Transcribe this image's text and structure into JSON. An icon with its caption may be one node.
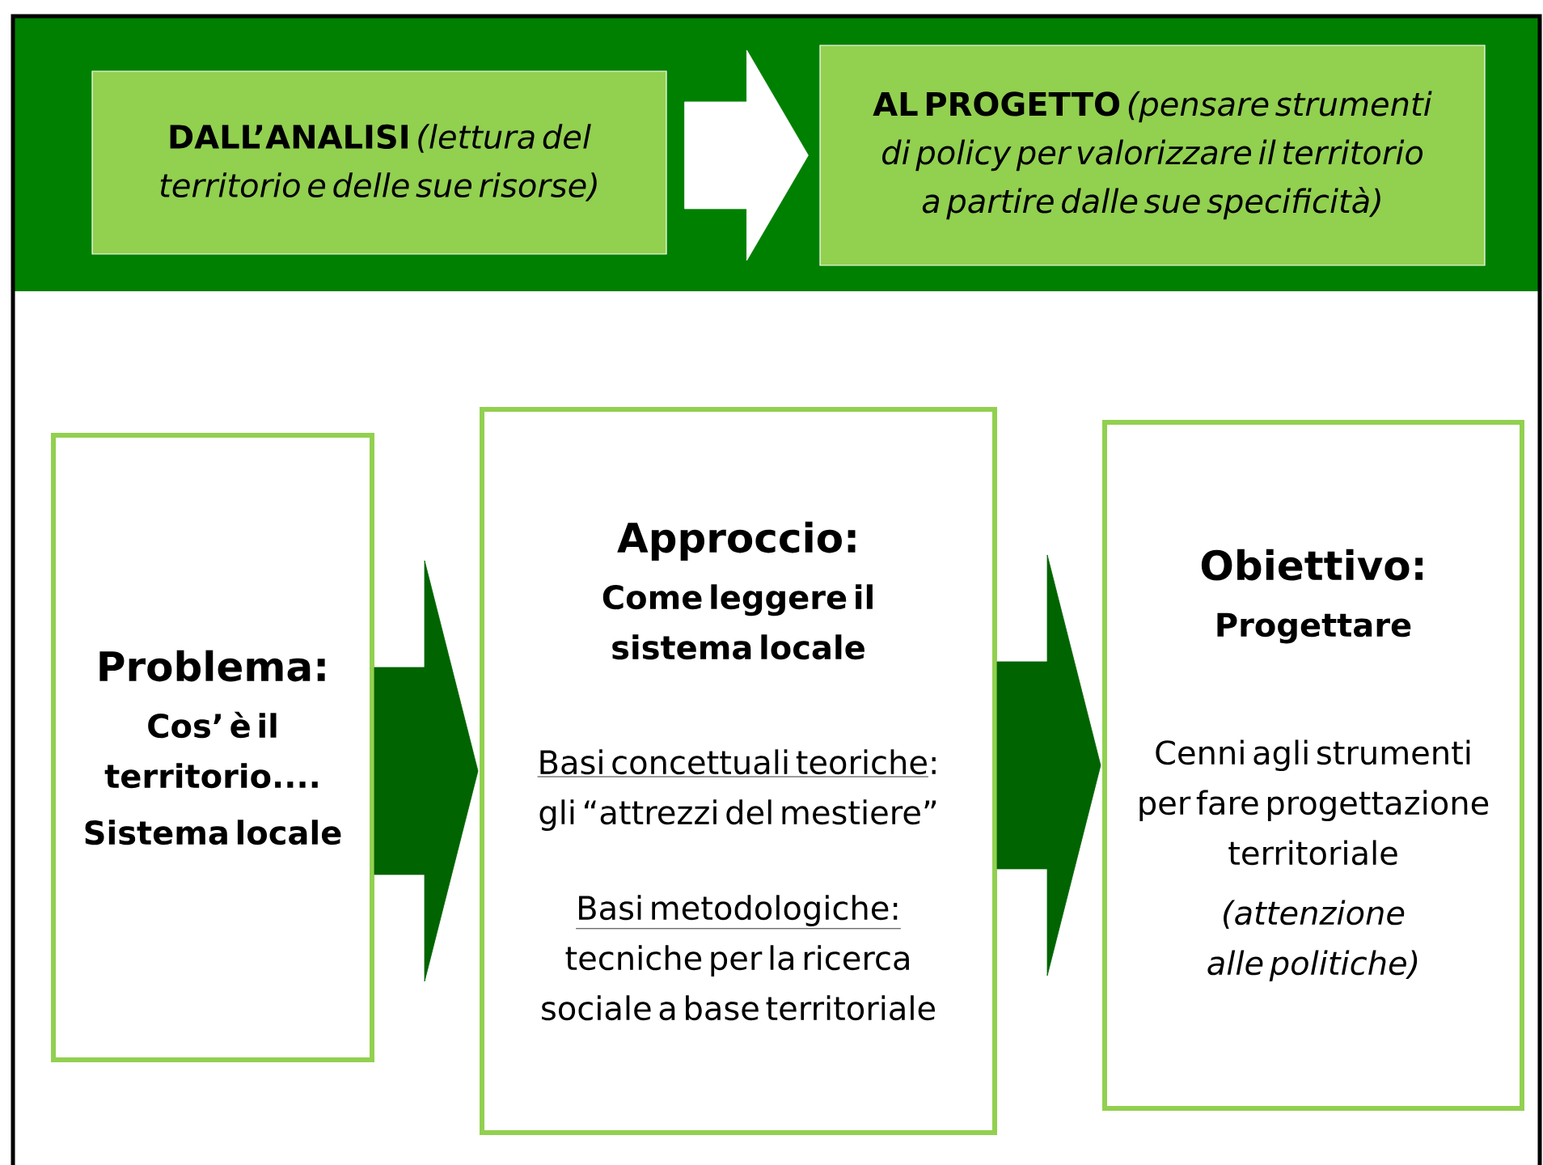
{
  "diagram": {
    "nodes": [
      {
        "text": [
          "**DALL’ANALISI** *(lettura del territorio e delle sue risorse)*"
        ]
      },
      {
        "text": [
          "**AL PROGETTO** *(pensare strumenti di policy per valorizzare il territorio a partire dalle sue specificità)*"
        ]
      },
      {
        "text": [
          "Problema:",
          "Cos’ è il territorio....",
          "Sistema locale"
        ]
      },
      {
        "text": [
          "Approccio:",
          "Come leggere il sistema locale",
          "Basi concettuali teoriche",
          ": gli “attrezzi del mestiere”",
          "Basi metodologiche:",
          "tecniche per la ricerca sociale a base territoriale"
        ]
      },
      {
        "text": [
          "Obiettivo:",
          "Progettare",
          "Cenni agli strumenti per fare progettazione territoriale",
          "(attenzione alle politiche)"
        ]
      }
    ],
    "edges": [
      {
        "from": 0,
        "to": 1,
        "arrow": "to",
        "color": "#ffffff"
      },
      {
        "from": 2,
        "to": 3,
        "arrow": "to"
      },
      {
        "from": 3,
        "to": 4,
        "arrow": "to"
      }
    ]
  }
}
